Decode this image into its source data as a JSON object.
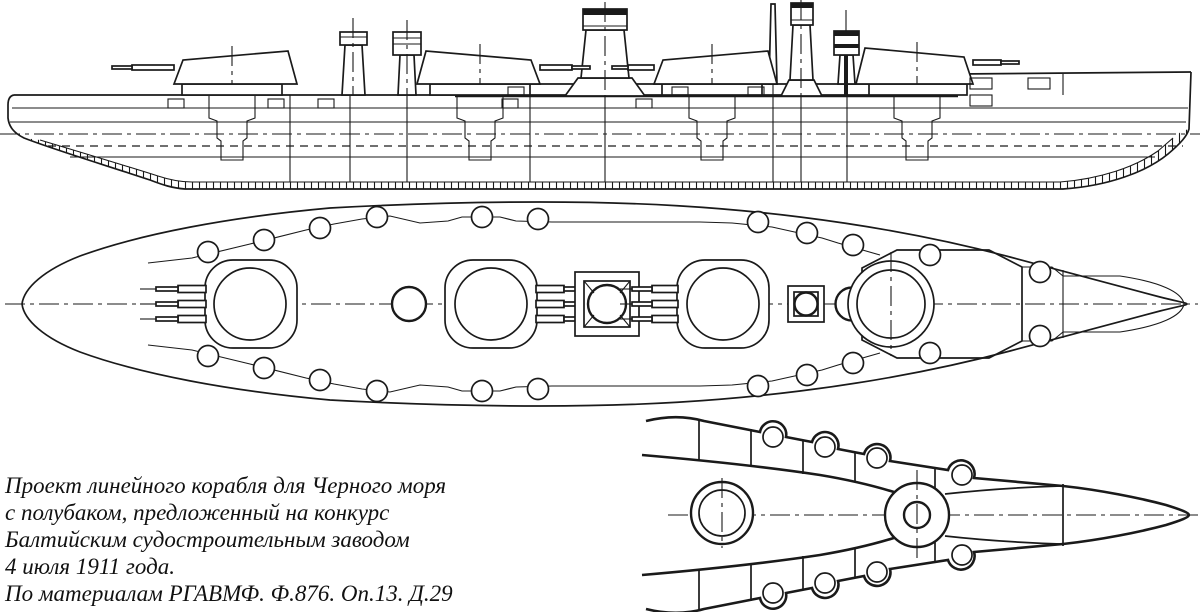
{
  "page": {
    "background": "#ffffff",
    "ink": "#1a1a1a",
    "description_of_drawing": "battleship-project-three-views"
  },
  "caption": {
    "lines": [
      "Проект линейного корабля для Черного моря",
      "с полубаком, предложенный на конкурс",
      "Балтийским судостроительным заводом",
      "4 июля 1911 года.",
      "По материалам РГАВМФ. Ф.876. Оп.13. Д.29"
    ]
  }
}
